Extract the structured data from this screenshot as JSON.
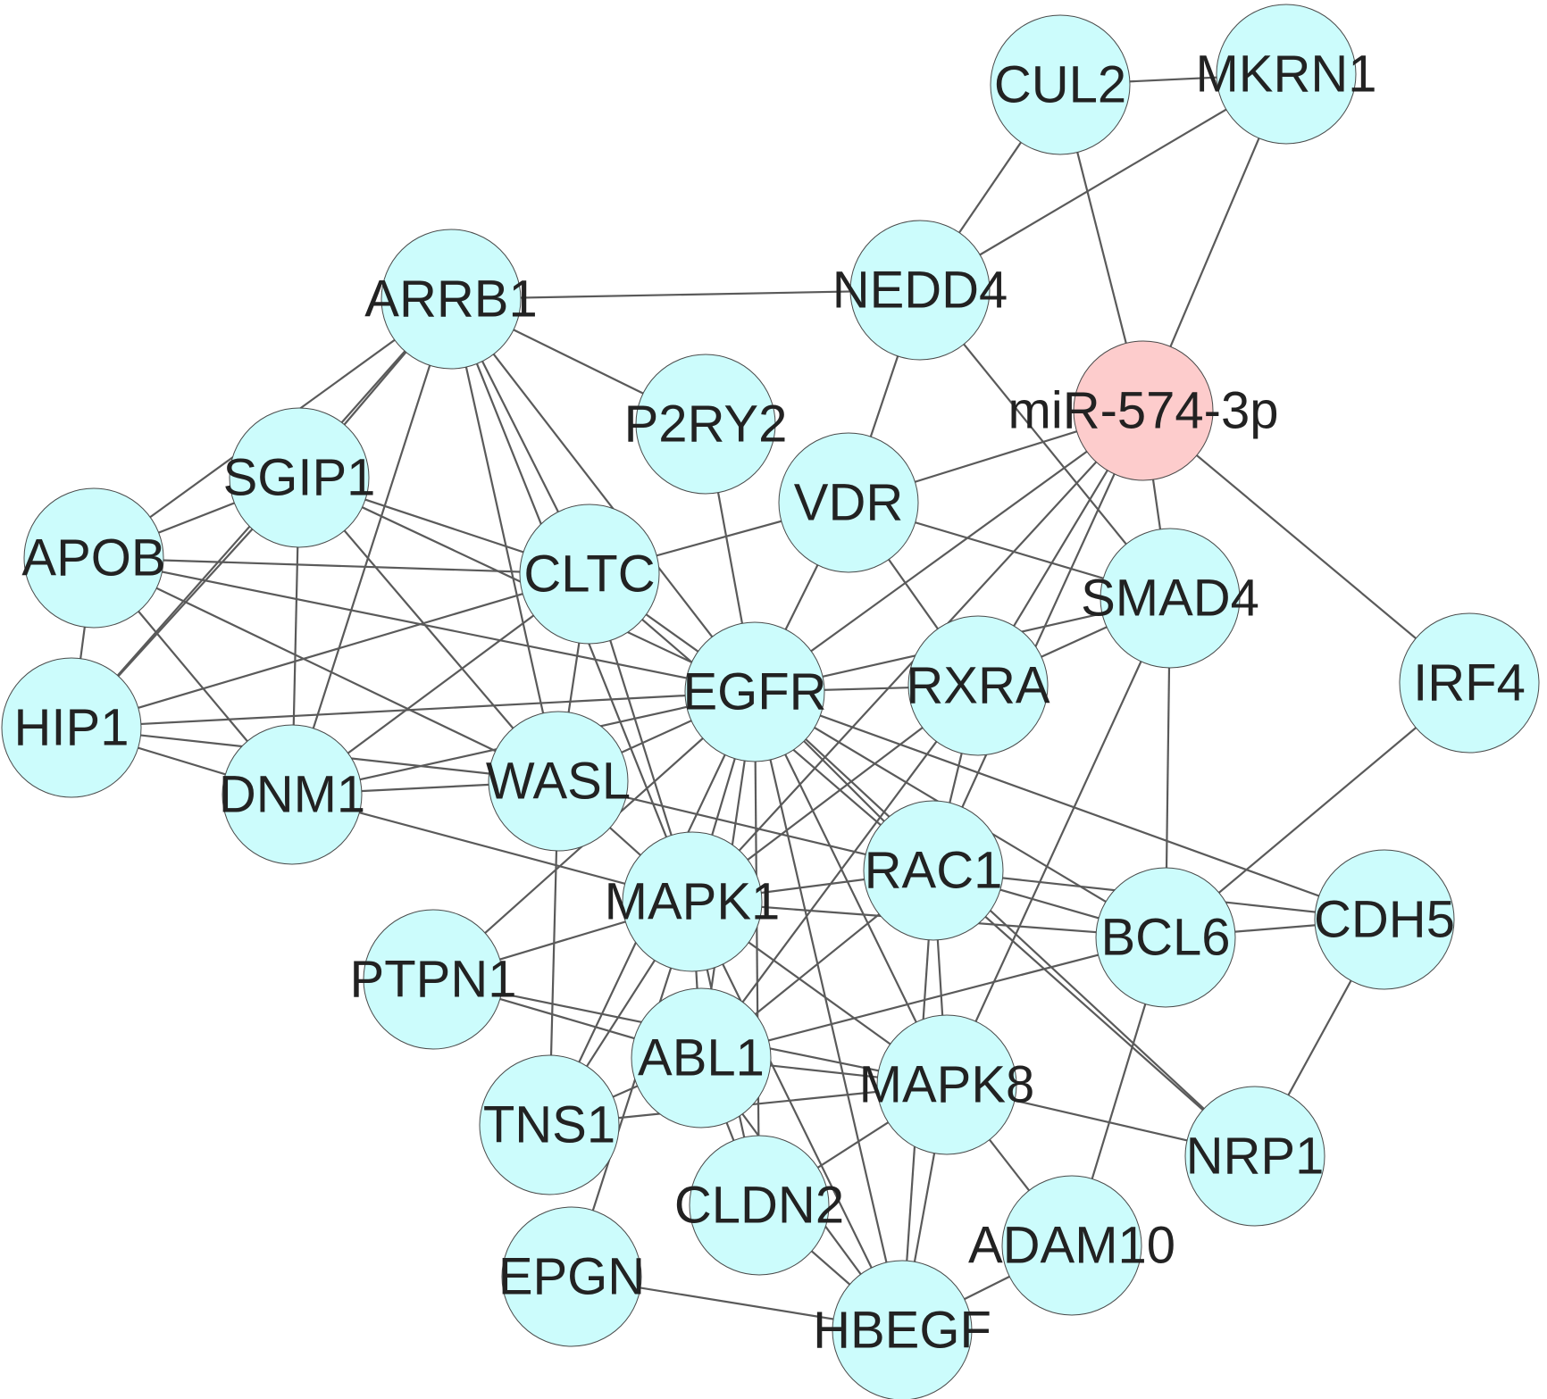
{
  "colors": {
    "gene_node": "#ccfcfc",
    "mirna_node": "#fdcccc",
    "edge": "#5a5a5a",
    "label": "#222222"
  },
  "nodes": [
    {
      "id": "CUL2",
      "label": "CUL2",
      "type": "gene"
    },
    {
      "id": "MKRN1",
      "label": "MKRN1",
      "type": "gene"
    },
    {
      "id": "NEDD4",
      "label": "NEDD4",
      "type": "gene"
    },
    {
      "id": "ARRB1",
      "label": "ARRB1",
      "type": "gene"
    },
    {
      "id": "miR-574-3p",
      "label": "miR-574-3p",
      "type": "mirna"
    },
    {
      "id": "P2RY2",
      "label": "P2RY2",
      "type": "gene"
    },
    {
      "id": "SGIP1",
      "label": "SGIP1",
      "type": "gene"
    },
    {
      "id": "VDR",
      "label": "VDR",
      "type": "gene"
    },
    {
      "id": "APOB",
      "label": "APOB",
      "type": "gene"
    },
    {
      "id": "CLTC",
      "label": "CLTC",
      "type": "gene"
    },
    {
      "id": "SMAD4",
      "label": "SMAD4",
      "type": "gene"
    },
    {
      "id": "IRF4",
      "label": "IRF4",
      "type": "gene"
    },
    {
      "id": "EGFR",
      "label": "EGFR",
      "type": "gene"
    },
    {
      "id": "RXRA",
      "label": "RXRA",
      "type": "gene"
    },
    {
      "id": "HIP1",
      "label": "HIP1",
      "type": "gene"
    },
    {
      "id": "WASL",
      "label": "WASL",
      "type": "gene"
    },
    {
      "id": "DNM1",
      "label": "DNM1",
      "type": "gene"
    },
    {
      "id": "RAC1",
      "label": "RAC1",
      "type": "gene"
    },
    {
      "id": "MAPK1",
      "label": "MAPK1",
      "type": "gene"
    },
    {
      "id": "CDH5",
      "label": "CDH5",
      "type": "gene"
    },
    {
      "id": "BCL6",
      "label": "BCL6",
      "type": "gene"
    },
    {
      "id": "PTPN1",
      "label": "PTPN1",
      "type": "gene"
    },
    {
      "id": "ABL1",
      "label": "ABL1",
      "type": "gene"
    },
    {
      "id": "MAPK8",
      "label": "MAPK8",
      "type": "gene"
    },
    {
      "id": "TNS1",
      "label": "TNS1",
      "type": "gene"
    },
    {
      "id": "NRP1",
      "label": "NRP1",
      "type": "gene"
    },
    {
      "id": "CLDN2",
      "label": "CLDN2",
      "type": "gene"
    },
    {
      "id": "ADAM10",
      "label": "ADAM10",
      "type": "gene"
    },
    {
      "id": "EPGN",
      "label": "EPGN",
      "type": "gene"
    },
    {
      "id": "HBEGF",
      "label": "HBEGF",
      "type": "gene"
    }
  ],
  "edges": [
    [
      "CUL2",
      "MKRN1"
    ],
    [
      "CUL2",
      "NEDD4"
    ],
    [
      "CUL2",
      "miR-574-3p"
    ],
    [
      "MKRN1",
      "NEDD4"
    ],
    [
      "MKRN1",
      "miR-574-3p"
    ],
    [
      "NEDD4",
      "ARRB1"
    ],
    [
      "NEDD4",
      "VDR"
    ],
    [
      "NEDD4",
      "SMAD4"
    ],
    [
      "ARRB1",
      "P2RY2"
    ],
    [
      "ARRB1",
      "SGIP1"
    ],
    [
      "ARRB1",
      "APOB"
    ],
    [
      "ARRB1",
      "CLTC"
    ],
    [
      "ARRB1",
      "EGFR"
    ],
    [
      "ARRB1",
      "DNM1"
    ],
    [
      "ARRB1",
      "WASL"
    ],
    [
      "ARRB1",
      "HIP1"
    ],
    [
      "ARRB1",
      "MAPK1"
    ],
    [
      "P2RY2",
      "EGFR"
    ],
    [
      "miR-574-3p",
      "VDR"
    ],
    [
      "miR-574-3p",
      "EGFR"
    ],
    [
      "miR-574-3p",
      "SMAD4"
    ],
    [
      "miR-574-3p",
      "RXRA"
    ],
    [
      "miR-574-3p",
      "IRF4"
    ],
    [
      "miR-574-3p",
      "MAPK1"
    ],
    [
      "miR-574-3p",
      "RAC1"
    ],
    [
      "SGIP1",
      "APOB"
    ],
    [
      "SGIP1",
      "HIP1"
    ],
    [
      "SGIP1",
      "DNM1"
    ],
    [
      "SGIP1",
      "CLTC"
    ],
    [
      "SGIP1",
      "EGFR"
    ],
    [
      "SGIP1",
      "WASL"
    ],
    [
      "APOB",
      "HIP1"
    ],
    [
      "APOB",
      "CLTC"
    ],
    [
      "APOB",
      "EGFR"
    ],
    [
      "APOB",
      "DNM1"
    ],
    [
      "APOB",
      "WASL"
    ],
    [
      "VDR",
      "CLTC"
    ],
    [
      "VDR",
      "EGFR"
    ],
    [
      "VDR",
      "SMAD4"
    ],
    [
      "VDR",
      "RXRA"
    ],
    [
      "CLTC",
      "EGFR"
    ],
    [
      "CLTC",
      "HIP1"
    ],
    [
      "CLTC",
      "DNM1"
    ],
    [
      "CLTC",
      "WASL"
    ],
    [
      "CLTC",
      "MAPK1"
    ],
    [
      "CLTC",
      "RAC1"
    ],
    [
      "SMAD4",
      "RXRA"
    ],
    [
      "SMAD4",
      "BCL6"
    ],
    [
      "SMAD4",
      "MAPK8"
    ],
    [
      "SMAD4",
      "EGFR"
    ],
    [
      "IRF4",
      "BCL6"
    ],
    [
      "EGFR",
      "RXRA"
    ],
    [
      "EGFR",
      "HIP1"
    ],
    [
      "EGFR",
      "WASL"
    ],
    [
      "EGFR",
      "DNM1"
    ],
    [
      "EGFR",
      "MAPK1"
    ],
    [
      "EGFR",
      "RAC1"
    ],
    [
      "EGFR",
      "BCL6"
    ],
    [
      "EGFR",
      "CDH5"
    ],
    [
      "EGFR",
      "PTPN1"
    ],
    [
      "EGFR",
      "ABL1"
    ],
    [
      "EGFR",
      "MAPK8"
    ],
    [
      "EGFR",
      "TNS1"
    ],
    [
      "EGFR",
      "NRP1"
    ],
    [
      "EGFR",
      "HBEGF"
    ],
    [
      "EGFR",
      "CLDN2"
    ],
    [
      "RXRA",
      "MAPK1"
    ],
    [
      "RXRA",
      "RAC1"
    ],
    [
      "RXRA",
      "ABL1"
    ],
    [
      "HIP1",
      "DNM1"
    ],
    [
      "HIP1",
      "WASL"
    ],
    [
      "WASL",
      "DNM1"
    ],
    [
      "WASL",
      "MAPK1"
    ],
    [
      "WASL",
      "RAC1"
    ],
    [
      "WASL",
      "TNS1"
    ],
    [
      "DNM1",
      "MAPK1"
    ],
    [
      "RAC1",
      "MAPK1"
    ],
    [
      "RAC1",
      "BCL6"
    ],
    [
      "RAC1",
      "CDH5"
    ],
    [
      "RAC1",
      "MAPK8"
    ],
    [
      "RAC1",
      "ABL1"
    ],
    [
      "RAC1",
      "NRP1"
    ],
    [
      "RAC1",
      "HBEGF"
    ],
    [
      "MAPK1",
      "BCL6"
    ],
    [
      "MAPK1",
      "PTPN1"
    ],
    [
      "MAPK1",
      "ABL1"
    ],
    [
      "MAPK1",
      "MAPK8"
    ],
    [
      "MAPK1",
      "TNS1"
    ],
    [
      "MAPK1",
      "EPGN"
    ],
    [
      "MAPK1",
      "HBEGF"
    ],
    [
      "MAPK1",
      "CLDN2"
    ],
    [
      "BCL6",
      "CDH5"
    ],
    [
      "BCL6",
      "ABL1"
    ],
    [
      "BCL6",
      "ADAM10"
    ],
    [
      "CDH5",
      "NRP1"
    ],
    [
      "PTPN1",
      "ABL1"
    ],
    [
      "PTPN1",
      "MAPK8"
    ],
    [
      "ABL1",
      "MAPK8"
    ],
    [
      "ABL1",
      "TNS1"
    ],
    [
      "ABL1",
      "CLDN2"
    ],
    [
      "ABL1",
      "HBEGF"
    ],
    [
      "MAPK8",
      "TNS1"
    ],
    [
      "MAPK8",
      "NRP1"
    ],
    [
      "MAPK8",
      "CLDN2"
    ],
    [
      "MAPK8",
      "HBEGF"
    ],
    [
      "MAPK8",
      "ADAM10"
    ],
    [
      "HBEGF",
      "ADAM10"
    ],
    [
      "HBEGF",
      "EPGN"
    ],
    [
      "HBEGF",
      "CLDN2"
    ]
  ]
}
